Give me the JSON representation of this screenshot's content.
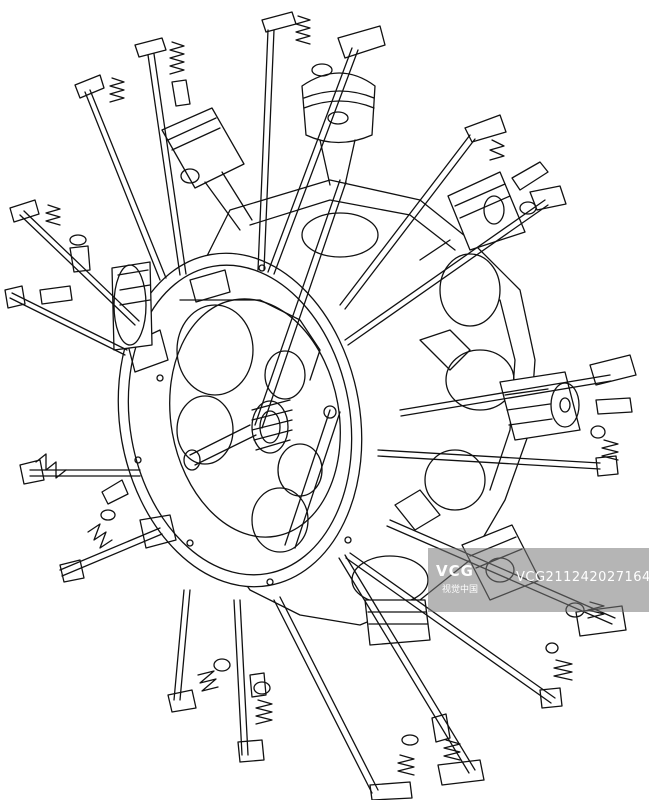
{
  "illustration": {
    "subject_icon": "radial-engine-exploded-line-drawing",
    "stroke_color": "#111111",
    "fill_color": "#ffffff"
  },
  "watermark": {
    "logo": "VCG",
    "sub": "视觉中国",
    "id": "VCG211242027164",
    "color": "#808080"
  }
}
